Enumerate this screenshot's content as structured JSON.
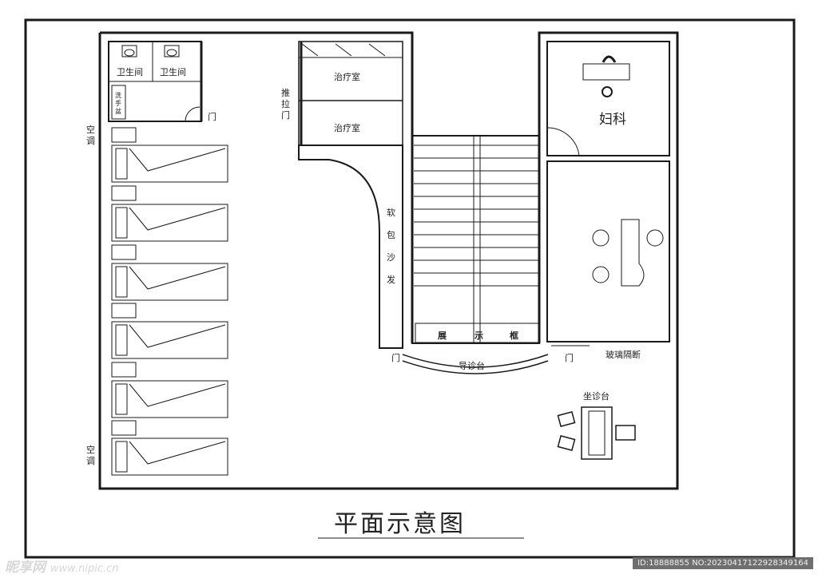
{
  "title": "平面示意图",
  "rooms": {
    "toilet_1": "卫生间",
    "toilet_2": "卫生间",
    "washbasin": [
      "洗",
      "手",
      "盆"
    ],
    "treatment_1": "治疗室",
    "treatment_2": "治疗室",
    "gynecology": "妇科"
  },
  "labels": {
    "door": "门",
    "sliding_door": [
      "推",
      "拉",
      "门"
    ],
    "ac_top": [
      "空",
      "调"
    ],
    "ac_bottom": [
      "空",
      "调"
    ],
    "sofa": [
      "软",
      "包",
      "沙",
      "发"
    ],
    "display_cabinet": [
      "展",
      "示",
      "框"
    ],
    "guide_desk": "导诊台",
    "glass_partition": "玻璃隔断",
    "seat_desk": "坐诊台"
  },
  "watermark": {
    "left": "昵享网",
    "left_url": "www.nipic.cn",
    "right": "ID:18888855 NO:20230417122928349164"
  },
  "colors": {
    "line": "#1a1a1a",
    "background": "#ffffff"
  }
}
